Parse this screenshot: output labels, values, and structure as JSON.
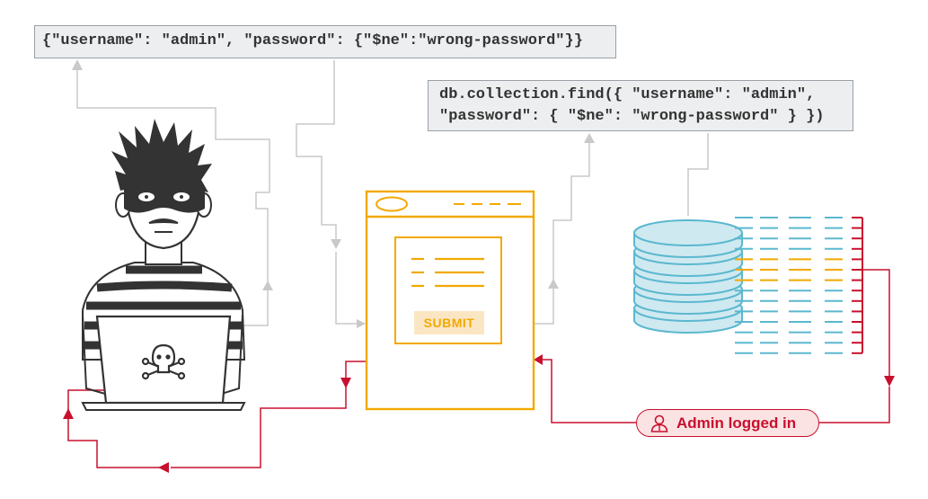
{
  "query_json": "{\"username\": \"admin\", \"password\": {\"$ne\":\"wrong-password\"}}",
  "db_query": {
    "line1": "db.collection.find({ \"username\": \"admin\",",
    "line2": "\"password\": { \"$ne\": \"wrong-password\" } })"
  },
  "form": {
    "submit_label": "SUBMIT"
  },
  "result": {
    "label": "Admin logged in",
    "icon": "user-icon"
  },
  "colors": {
    "attack_path": "#c8102e",
    "request_path": "#c9c9c9",
    "form_accent": "#f2a900",
    "database": "#5bb8cf",
    "attacker": "#333333"
  },
  "icons": [
    "attacker-figure",
    "skull-crossbones-icon",
    "browser-form-icon",
    "database-icon",
    "user-icon"
  ]
}
